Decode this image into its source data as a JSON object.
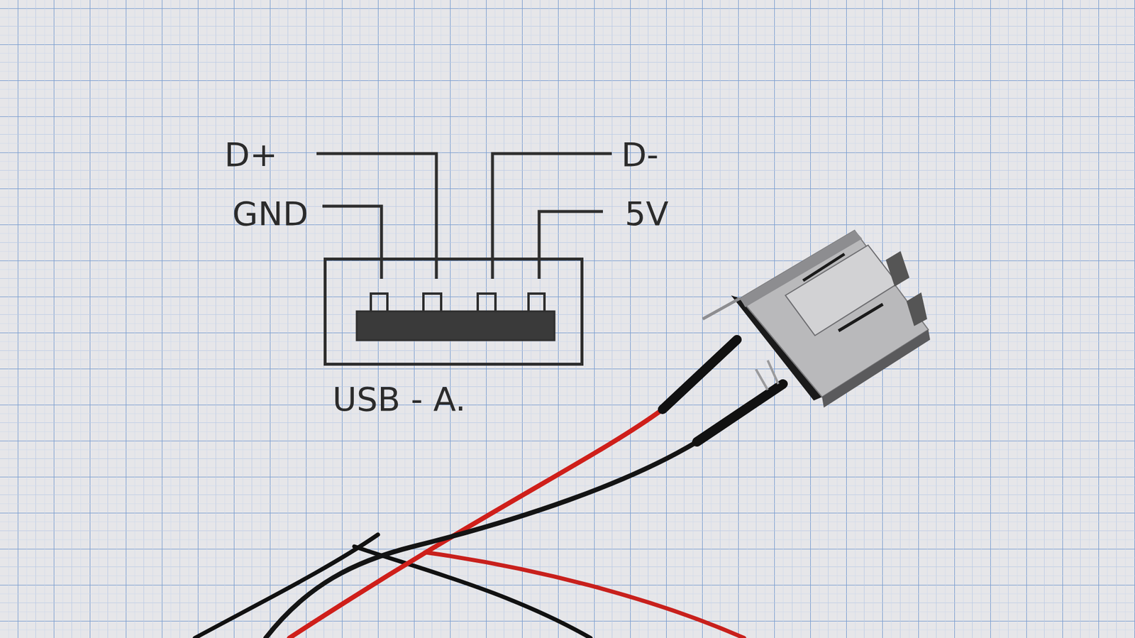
{
  "diagram": {
    "nodes": [
      {
        "text": [
          "USB - A."
        ]
      }
    ],
    "labels": [
      "D+",
      "GND",
      "D-",
      "5V"
    ]
  }
}
